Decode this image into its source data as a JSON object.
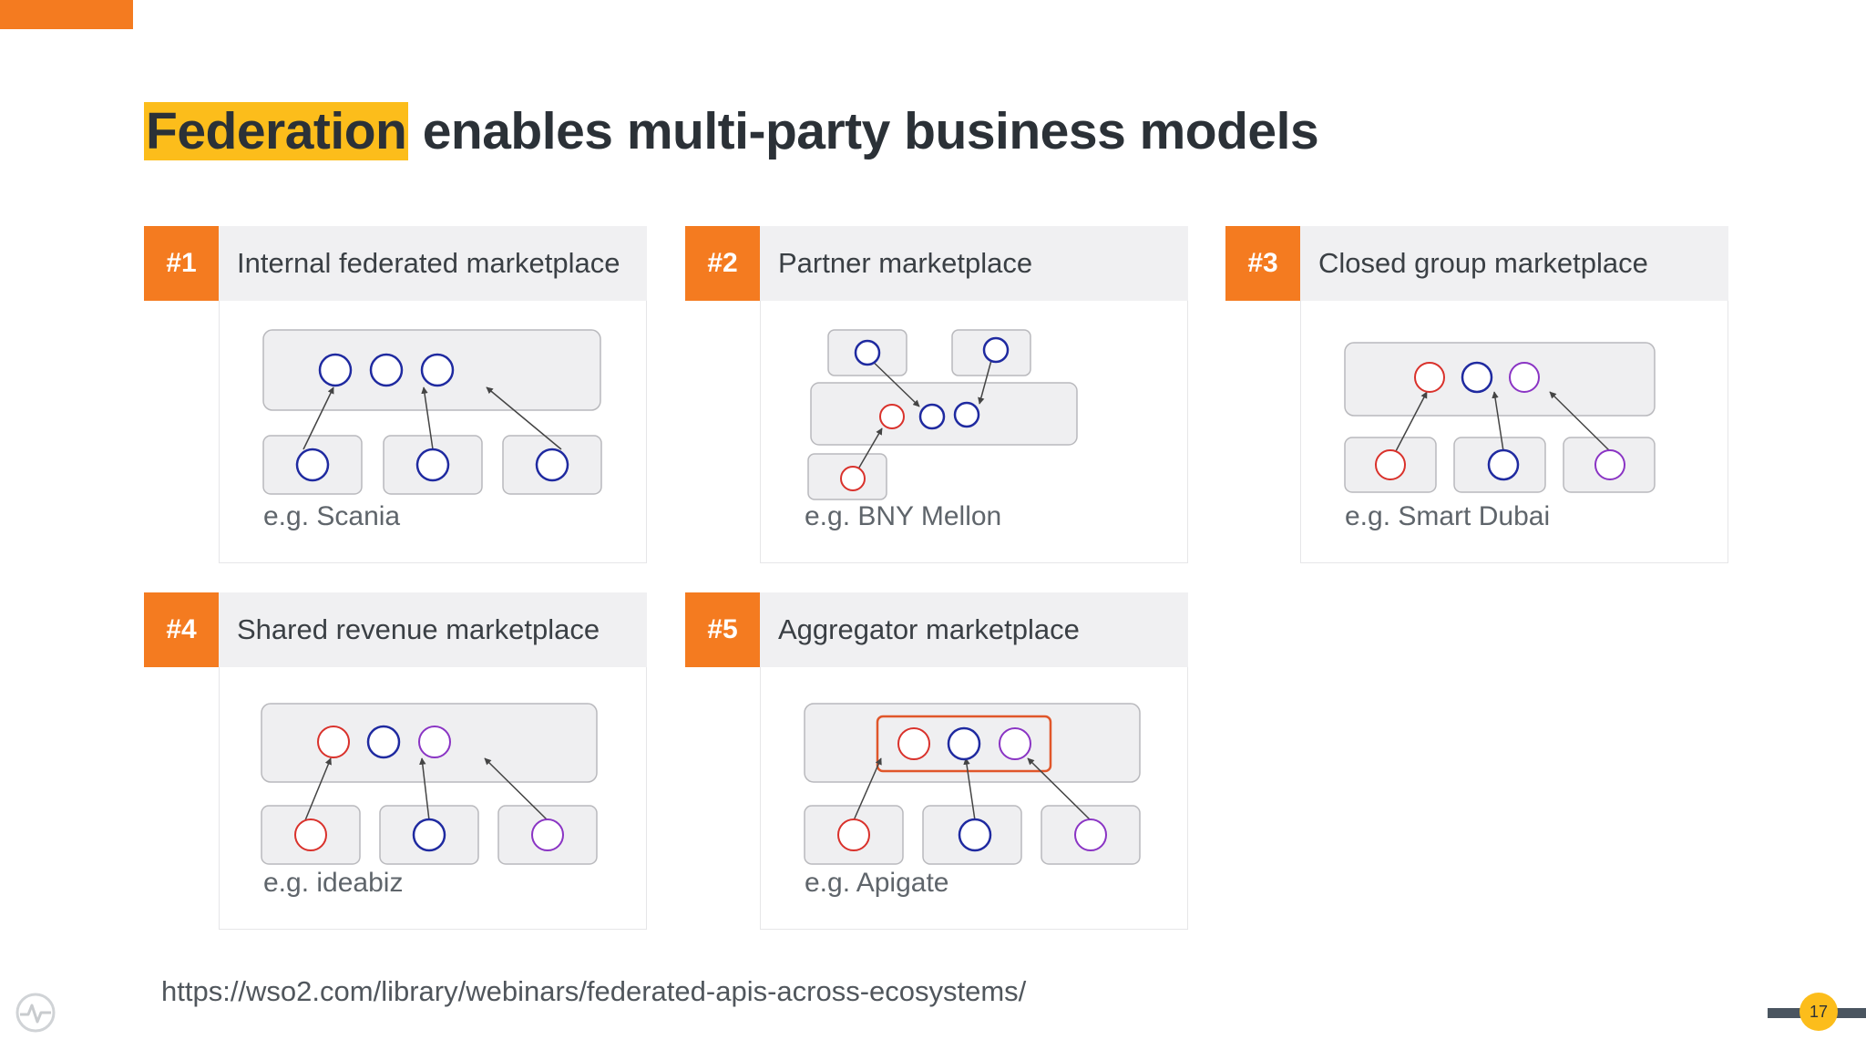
{
  "title": {
    "highlight": "Federation",
    "rest": " enables multi-party business models"
  },
  "cards": [
    {
      "num": "#1",
      "heading": "Internal federated marketplace",
      "example": "e.g. Scania"
    },
    {
      "num": "#2",
      "heading": "Partner marketplace",
      "example": "e.g. BNY Mellon"
    },
    {
      "num": "#3",
      "heading": "Closed group marketplace",
      "example": "e.g. Smart Dubai"
    },
    {
      "num": "#4",
      "heading": "Shared revenue marketplace",
      "example": "e.g. ideabiz"
    },
    {
      "num": "#5",
      "heading": "Aggregator marketplace",
      "example": "e.g. Apigate"
    }
  ],
  "footer": {
    "url": "https://wso2.com/library/webinars/federated-apis-across-ecosystems/",
    "page": "17"
  },
  "colors": {
    "accent_orange": "#f47b20",
    "highlight_yellow": "#fcbd1b",
    "node_blue": "#1f2aa0",
    "node_red": "#d9312b",
    "node_purple": "#8a34c4",
    "aggregator_border": "#e0562a"
  }
}
